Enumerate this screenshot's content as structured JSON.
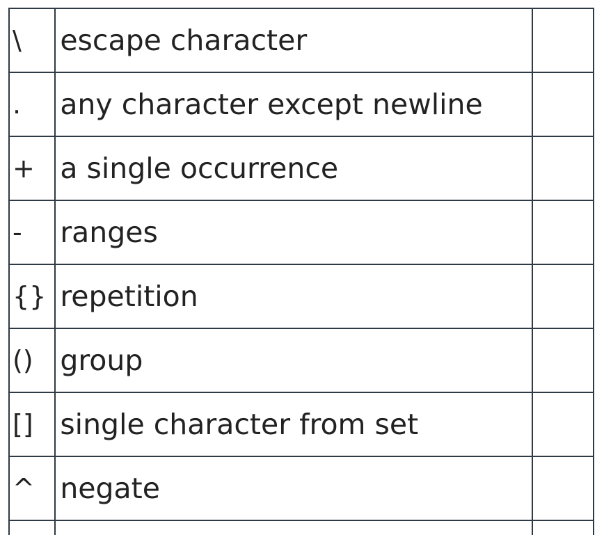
{
  "table": {
    "rows": [
      {
        "symbol": "\\",
        "description": "escape character"
      },
      {
        "symbol": ".",
        "description": "any character except newline"
      },
      {
        "symbol": "+",
        "description": "a single occurrence"
      },
      {
        "symbol": "-",
        "description": "ranges"
      },
      {
        "symbol": "{}",
        "description": "repetition"
      },
      {
        "symbol": "()",
        "description": "group"
      },
      {
        "symbol": "[]",
        "description": "single character from set"
      },
      {
        "symbol": "^",
        "description": "negate"
      }
    ]
  }
}
